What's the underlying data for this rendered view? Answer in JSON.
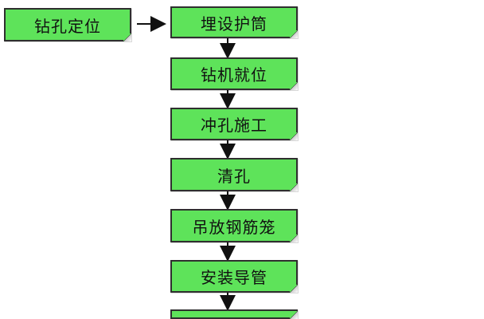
{
  "flowchart": {
    "steps": [
      {
        "label": "钻孔定位"
      },
      {
        "label": "埋设护筒"
      },
      {
        "label": "钻机就位"
      },
      {
        "label": "冲孔施工"
      },
      {
        "label": "清孔"
      },
      {
        "label": "吊放钢筋笼"
      },
      {
        "label": "安装导管"
      },
      {
        "label": ""
      }
    ],
    "colors": {
      "box_fill": "#5ee35a",
      "box_border": "#2f2f2f",
      "arrow": "#111111"
    }
  }
}
